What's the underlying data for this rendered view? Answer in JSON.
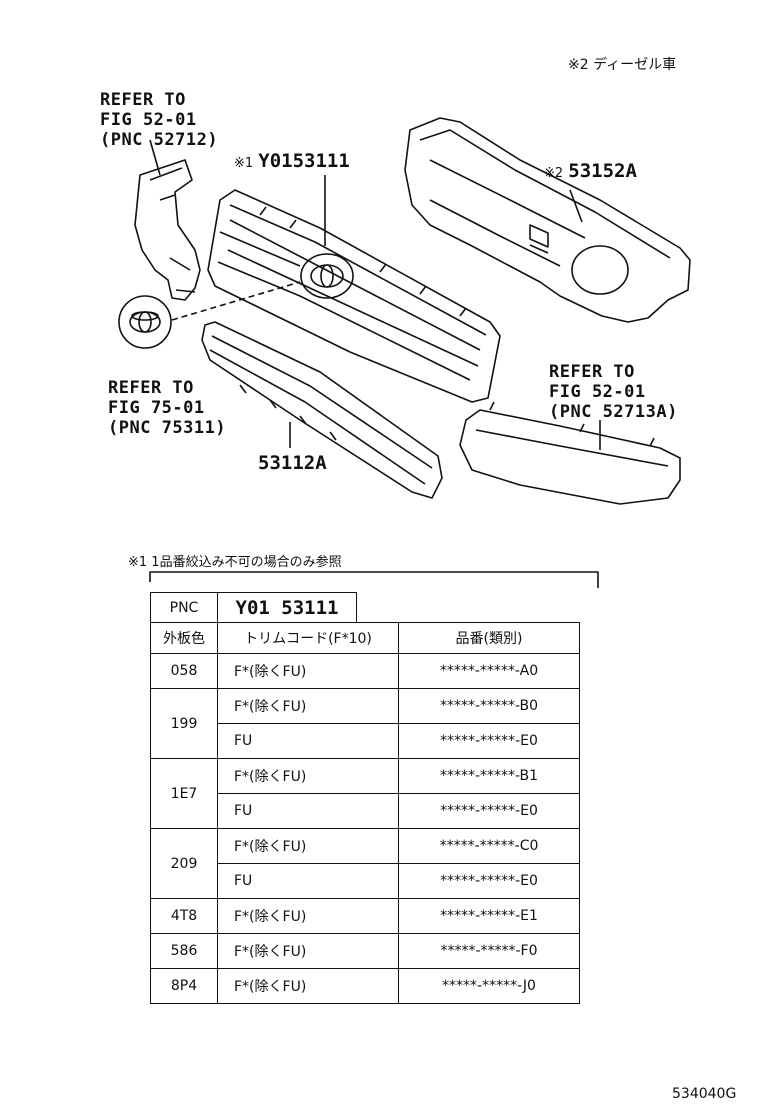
{
  "note_diesel": "※2 ディーゼル車",
  "labels": {
    "refer_left_top": [
      "REFER TO",
      "FIG 52-01",
      "(PNC 52712)"
    ],
    "refer_left_bottom": [
      "REFER TO",
      "FIG 75-01",
      "(PNC 75311)"
    ],
    "refer_right": [
      "REFER TO",
      "FIG 52-01",
      "(PNC 52713A)"
    ],
    "mark1": "※1",
    "pnc_grille": "Y0153111",
    "mark2": "※2",
    "pnc_panel": "53152A",
    "pnc_lower": "53112A"
  },
  "table_note": "※1 1品番絞込み不可の場合のみ参照",
  "table": {
    "pnc_label": "PNC",
    "pnc_value": "Y01  53111",
    "headers": [
      "外板色",
      "トリムコード(F*10)",
      "品番(類別)"
    ],
    "groups": [
      {
        "color": "058",
        "rows": [
          {
            "trim": "F*(除くFU)",
            "part": "*****-*****-A0"
          }
        ]
      },
      {
        "color": "199",
        "rows": [
          {
            "trim": "F*(除くFU)",
            "part": "*****-*****-B0"
          },
          {
            "trim": "FU",
            "part": "*****-*****-E0"
          }
        ]
      },
      {
        "color": "1E7",
        "rows": [
          {
            "trim": "F*(除くFU)",
            "part": "*****-*****-B1"
          },
          {
            "trim": "FU",
            "part": "*****-*****-E0"
          }
        ]
      },
      {
        "color": "209",
        "rows": [
          {
            "trim": "F*(除くFU)",
            "part": "*****-*****-C0"
          },
          {
            "trim": "FU",
            "part": "*****-*****-E0"
          }
        ]
      },
      {
        "color": "4T8",
        "rows": [
          {
            "trim": "F*(除くFU)",
            "part": "*****-*****-E1"
          }
        ]
      },
      {
        "color": "586",
        "rows": [
          {
            "trim": "F*(除くFU)",
            "part": "*****-*****-F0"
          }
        ]
      },
      {
        "color": "8P4",
        "rows": [
          {
            "trim": "F*(除くFU)",
            "part": "*****-*****-J0"
          }
        ]
      }
    ]
  },
  "figure_id": "534040G"
}
